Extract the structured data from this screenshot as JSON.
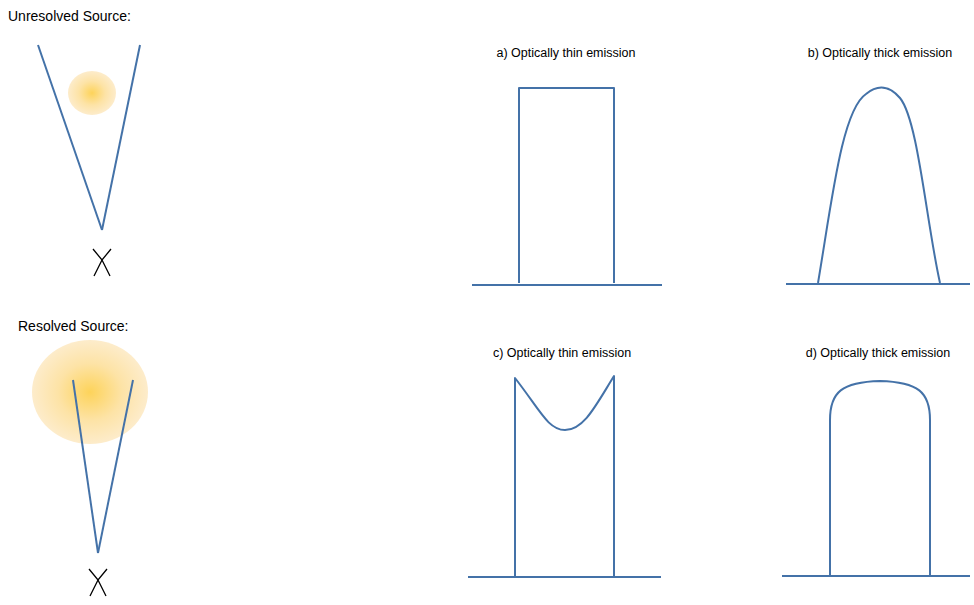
{
  "diagram": {
    "labels": [
      "Unresolved Source:",
      "a) Optically thin emission",
      "b) Optically thick emission",
      "Resolved Source:",
      "c) Optically thin emission",
      "d) Optically thick emission"
    ]
  }
}
